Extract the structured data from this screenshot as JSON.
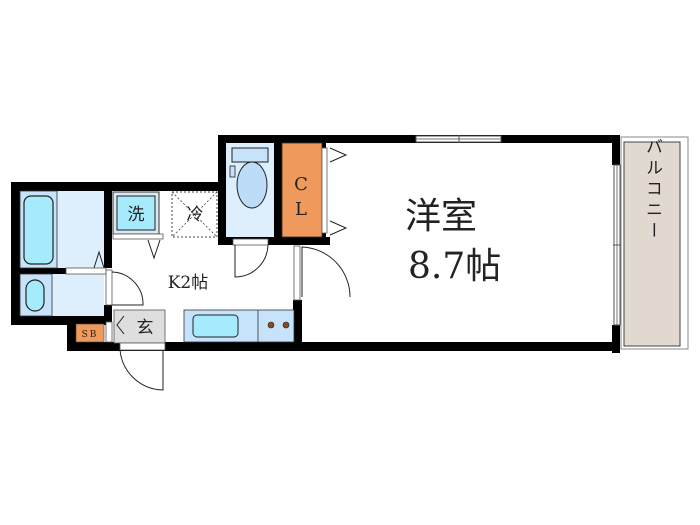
{
  "floor_plan": {
    "rooms": {
      "western_room": {
        "name": "洋室",
        "size": "8.7帖"
      },
      "kitchen": {
        "label": "K2帖"
      },
      "closet": {
        "line1": "C",
        "line2": "L"
      },
      "washer": {
        "label": "洗"
      },
      "fridge": {
        "label": "冷"
      },
      "entrance": {
        "label": "玄"
      },
      "shoe_box": {
        "label": "SB"
      },
      "balcony": {
        "label": "バルコニー"
      },
      "toilet": {
        "label": ""
      },
      "bath": {
        "label": ""
      },
      "washroom": {
        "label": ""
      }
    },
    "colors": {
      "wall": "#000000",
      "fixture_blue": "#c7e3fb",
      "fixture_light": "#ddeefc",
      "tub_cyan": "#a6ebfb",
      "closet_orange": "#ef9a5c",
      "balcony_beige": "#e1d8d0",
      "entrance_gray": "#dedede",
      "burner_brown": "#8a4a1a"
    }
  }
}
